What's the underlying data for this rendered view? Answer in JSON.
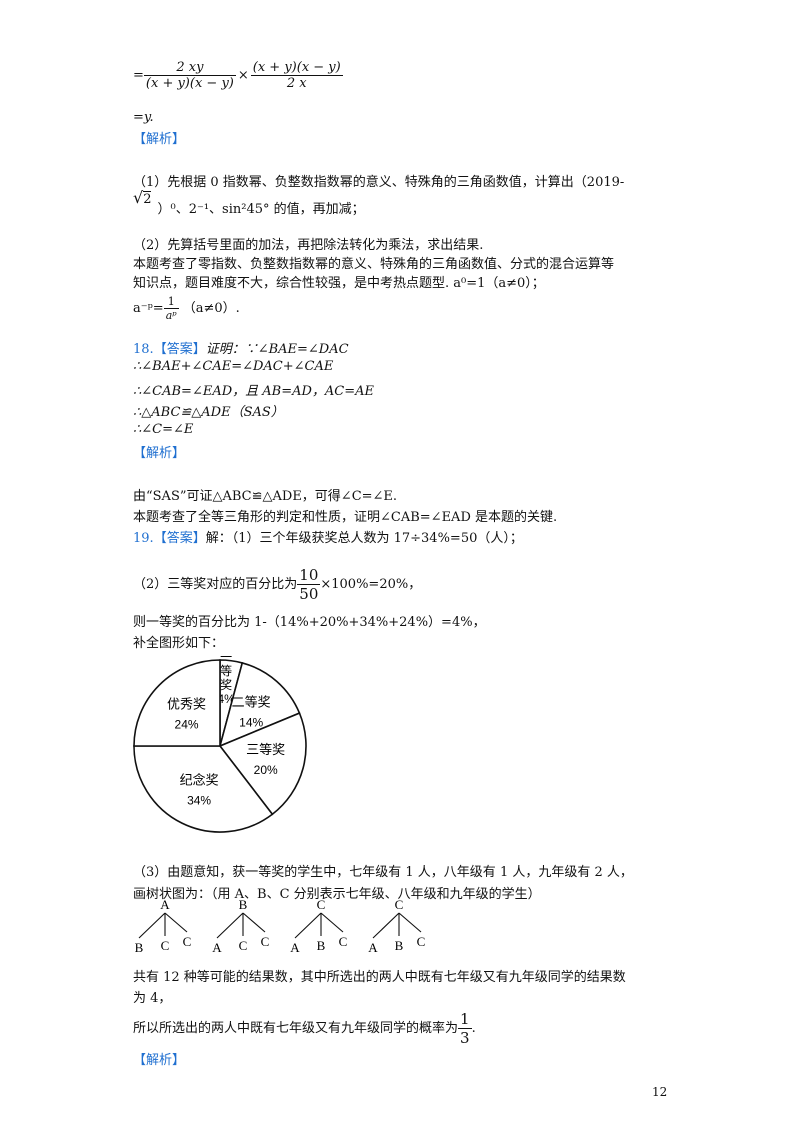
{
  "page_number": "12",
  "formula_top": {
    "eq_prefix": "=",
    "frac1_num": "2 xy",
    "frac1_den": "(x + y)(x − y)",
    "times": "×",
    "frac2_num": "(x + y)(x − y)",
    "frac2_den": "2 x",
    "result": "=y."
  },
  "jiexi_label": "【解析】",
  "q17": {
    "p1_a": "（1）先根据 0 指数幂、负整数指数幂的意义、特殊角的三角函数值，计算出（2019-",
    "p1_sqrt": "2",
    "p1_b": "）⁰、2⁻¹、sin²45° 的值，再加减；",
    "p2": "（2）先算括号里面的加法，再把除法转化为乘法，求出结果.",
    "p3": "本题考查了零指数、负整数指数幂的意义、特殊角的三角函数值、分式的混合运算等",
    "p4": "知识点，题目难度不大，综合性较强，是中考热点题型. a⁰=1（a≠0）；",
    "p5_pre": "a⁻ᵖ=",
    "p5_num": "1",
    "p5_den": "aᵖ",
    "p5_post": "（a≠0）."
  },
  "q18": {
    "label_num": "18.",
    "label_ans": "【答案】",
    "l1": "证明：∵∠BAE=∠DAC",
    "l2": "∴∠BAE+∠CAE=∠DAC+∠CAE",
    "l3": "∴∠CAB=∠EAD，且 AB=AD，AC=AE",
    "l4": "∴△ABC≌△ADE（SAS）",
    "l5": "∴∠C=∠E",
    "a1": "由“SAS”可证△ABC≌△ADE，可得∠C=∠E.",
    "a2": "本题考查了全等三角形的判定和性质，证明∠CAB=∠EAD 是本题的关键."
  },
  "q19": {
    "label_num": "19.",
    "label_ans": "【答案】",
    "l1": "解：（1）三个年级获奖总人数为 17÷34%=50（人）；",
    "l2_pre": "（2）三等奖对应的百分比为",
    "l2_num": "10",
    "l2_den": "50",
    "l2_post": "×100%=20%，",
    "l3": "则一等奖的百分比为 1-（14%+20%+34%+24%）=4%，",
    "l4": "补全图形如下：",
    "l5": "（3）由题意知，获一等奖的学生中，七年级有 1 人，八年级有 1 人，九年级有 2 人，",
    "l6": "画树状图为：（用 A、B、C 分别表示七年级、八年级和九年级的学生）",
    "l7": "共有 12 种等可能的结果数，其中所选出的两人中既有七年级又有九年级同学的结果数",
    "l8": "为 4，",
    "l9_pre": "所以所选出的两人中既有七年级又有九年级同学的概率为",
    "l9_num": "1",
    "l9_den": "3",
    "l9_post": "."
  },
  "pie": {
    "slices": [
      {
        "label": "一等奖",
        "percent": 4,
        "text": "4%"
      },
      {
        "label": "二等奖",
        "percent": 14,
        "text": "14%"
      },
      {
        "label": "三等奖",
        "percent": 20,
        "text": "20%"
      },
      {
        "label": "纪念奖",
        "percent": 34,
        "text": "34%"
      },
      {
        "label": "优秀奖",
        "percent": 24,
        "text": "24%"
      }
    ]
  },
  "trees": [
    {
      "root": "A",
      "leaves": [
        "B",
        "C",
        "C"
      ]
    },
    {
      "root": "B",
      "leaves": [
        "A",
        "C",
        "C"
      ]
    },
    {
      "root": "C",
      "leaves": [
        "A",
        "B",
        "C"
      ]
    },
    {
      "root": "C",
      "leaves": [
        "A",
        "B",
        "C"
      ]
    }
  ]
}
